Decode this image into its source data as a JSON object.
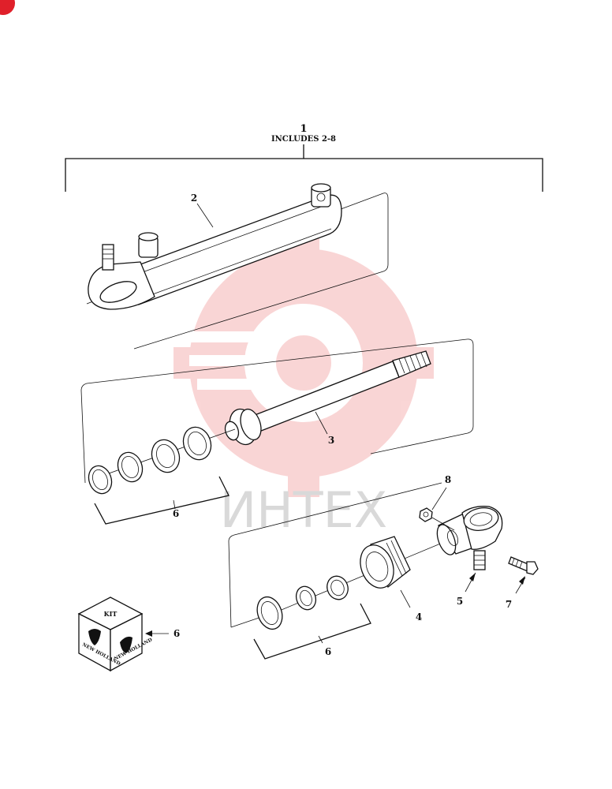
{
  "assembly": {
    "number": "1",
    "includes": "INCLUDES 2-8"
  },
  "callouts": {
    "cylinder_barrel": "2",
    "piston_rod": "3",
    "rod_seal_kit": "6",
    "gland": "4",
    "gland_seal_kit": "6",
    "rod_eye": "5",
    "bolt": "7",
    "nut": "8",
    "kit_box": "6"
  },
  "kit_box": {
    "top_label": "KIT",
    "brand_left": "NEW HOLLAND",
    "brand_right": "NEW HOLLAND"
  },
  "watermark": {
    "text": "ИНТЕХ",
    "color": "#f08a8a"
  },
  "colors": {
    "corner_badge": "#e0202a",
    "line": "#111111"
  }
}
